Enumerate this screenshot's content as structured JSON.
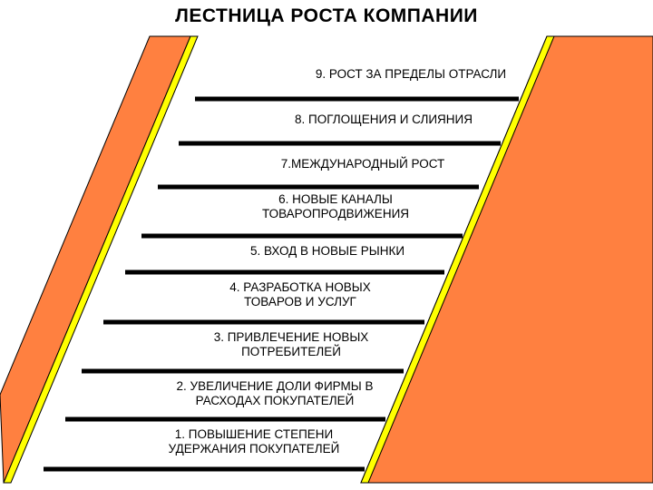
{
  "title": "ЛЕСТНИЦА РОСТА КОМПАНИИ",
  "colors": {
    "rail_fill": "#ff8040",
    "rail_edge": "#ffff00",
    "outline": "#000000",
    "rung": "#000000",
    "background": "#ffffff"
  },
  "steps": [
    {
      "number": 9,
      "label": "9. РОСТ ЗА ПРЕДЕЛЫ ОТРАСЛИ"
    },
    {
      "number": 8,
      "label": "8. ПОГЛОЩЕНИЯ И СЛИЯНИЯ"
    },
    {
      "number": 7,
      "label": "7.МЕЖДУНАРОДНЫЙ РОСТ"
    },
    {
      "number": 6,
      "label": "6. НОВЫЕ КАНАЛЫ\nТОВАРОПРОДВИЖЕНИЯ"
    },
    {
      "number": 5,
      "label": "5. ВХОД В НОВЫЕ РЫНКИ"
    },
    {
      "number": 4,
      "label": "4. РАЗРАБОТКА НОВЫХ\nТОВАРОВ И УСЛУГ"
    },
    {
      "number": 3,
      "label": "3. ПРИВЛЕЧЕНИЕ НОВЫХ\nПОТРЕБИТЕЛЕЙ"
    },
    {
      "number": 2,
      "label": "2. УВЕЛИЧЕНИЕ ДОЛИ ФИРМЫ В\nРАСХОДАХ ПОКУПАТЕЛЕЙ"
    },
    {
      "number": 1,
      "label": "1. ПОВЫШЕНИЕ СТЕПЕНИ\nУДЕРЖАНИЯ ПОКУПАТЕЛЕЙ"
    }
  ]
}
